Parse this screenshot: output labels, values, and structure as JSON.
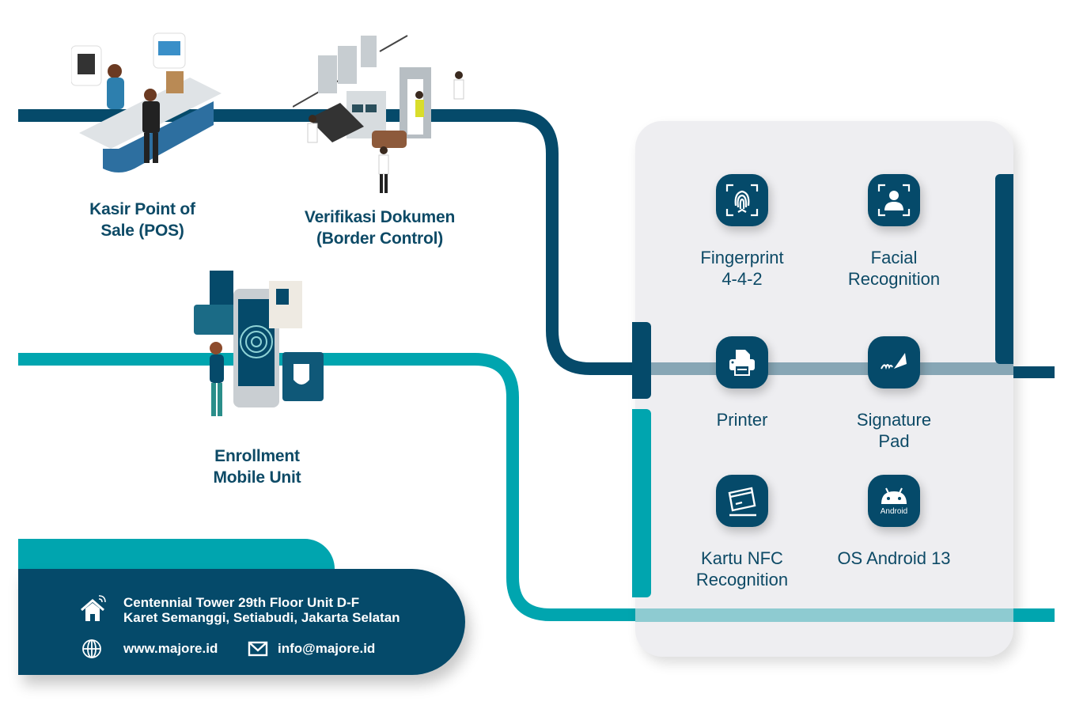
{
  "colors": {
    "navy": "#054a6a",
    "teal": "#00a5af",
    "panel_bg": "#eeeef1",
    "navy_line_faded": "#87a6b5",
    "teal_line_faded": "#8ecbd1",
    "text_navy": "#0d4a66"
  },
  "use_cases": [
    {
      "label_line1": "Kasir Point of",
      "label_line2": "Sale (POS)",
      "illustration": "pos-cashier-illustration"
    },
    {
      "label_line1": "Verifikasi Dokumen",
      "label_line2": "(Border Control)",
      "illustration": "border-control-illustration"
    },
    {
      "label_line1": "Enrollment",
      "label_line2": "Mobile Unit",
      "illustration": "mobile-enrollment-illustration"
    }
  ],
  "features": [
    {
      "line1": "Fingerprint",
      "line2": "4-4-2",
      "icon": "fingerprint-icon"
    },
    {
      "line1": "Facial",
      "line2": "Recognition",
      "icon": "face-scan-icon"
    },
    {
      "line1": "Printer",
      "line2": "",
      "icon": "printer-icon"
    },
    {
      "line1": "Signature",
      "line2": "Pad",
      "icon": "signature-pen-icon"
    },
    {
      "line1": "Kartu NFC",
      "line2": "Recognition",
      "icon": "card-icon"
    },
    {
      "line1": "OS Android 13",
      "line2": "",
      "icon": "android-icon",
      "icon_text": "Android"
    }
  ],
  "footer": {
    "address_line1": "Centennial Tower 29th Floor Unit D-F",
    "address_line2": "Karet Semanggi, Setiabudi, Jakarta Selatan",
    "website": "www.majore.id",
    "email": "info@majore.id"
  }
}
